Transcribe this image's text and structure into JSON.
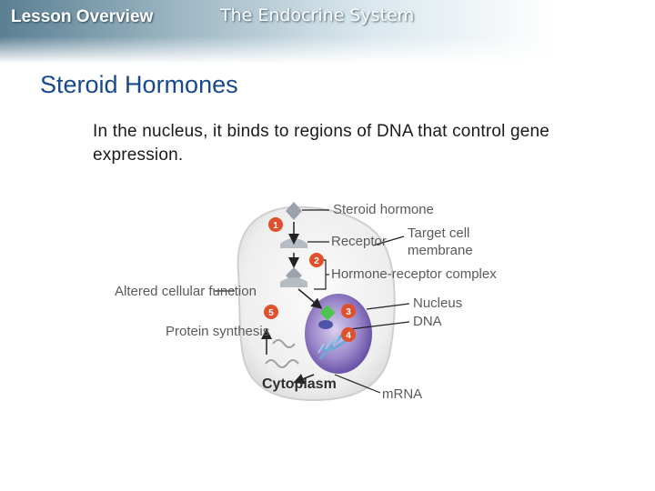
{
  "header": {
    "lesson_label": "Lesson Overview",
    "topic": "The Endocrine System"
  },
  "slide": {
    "title": "Steroid Hormones",
    "body": "In the nucleus, it binds to regions of DNA that control gene expression."
  },
  "diagram": {
    "labels": {
      "steroid_hormone": "Steroid hormone",
      "receptor": "Receptor",
      "target_cell": "Target cell",
      "membrane": "membrane",
      "complex": "Hormone-receptor complex",
      "nucleus": "Nucleus",
      "dna": "DNA",
      "mrna": "mRNA",
      "cytoplasm": "Cytoplasm",
      "altered_function": "Altered cellular function",
      "protein_synthesis": "Protein synthesis"
    },
    "steps": [
      "1",
      "2",
      "3",
      "4",
      "5"
    ],
    "colors": {
      "step": "#e0502c",
      "nucleus": "#6a4fa6",
      "hormone": "#9aa3ab",
      "dna": "#6ea7d8"
    }
  }
}
